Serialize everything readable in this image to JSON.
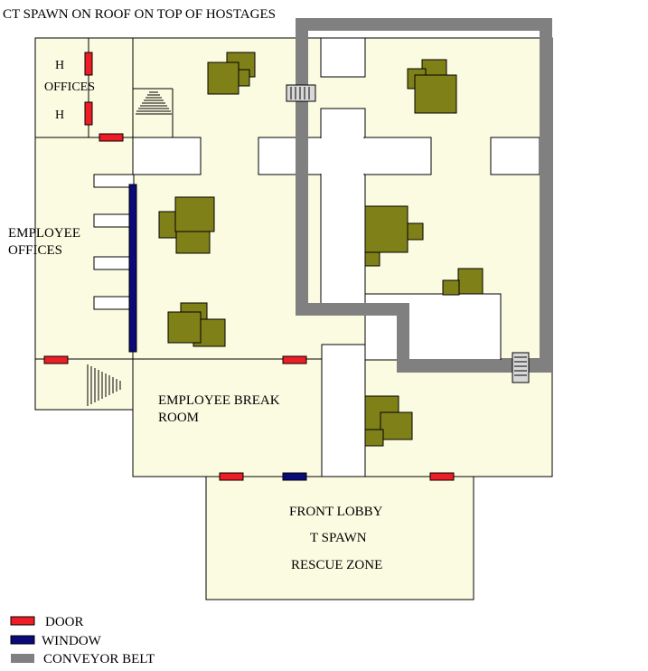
{
  "map": {
    "title": "CT SPAWN ON ROOF ON TOP OF HOSTAGES",
    "rooms": {
      "hostage_mark_top": "H",
      "offices": "OFFICES",
      "hostage_mark_bottom": "H",
      "employee_offices_line1": "EMPLOYEE",
      "employee_offices_line2": "OFFICES",
      "break_room_line1": "EMPLOYEE BREAK",
      "break_room_line2": "ROOM",
      "front_lobby": "FRONT LOBBY",
      "t_spawn": "T SPAWN",
      "rescue_zone": "RESCUE ZONE"
    },
    "legend": [
      {
        "label": "DOOR",
        "color": "#ee1c24"
      },
      {
        "label": "WINDOW",
        "color": "#0a0a7a"
      },
      {
        "label": "CONVEYOR BELT",
        "color": "#808080"
      }
    ],
    "colors": {
      "floor": "#fbfbe2",
      "crate": "#808019",
      "wall": "#000000",
      "belt": "#808080",
      "door": "#ee1c24",
      "window": "#0a0a7a"
    }
  }
}
